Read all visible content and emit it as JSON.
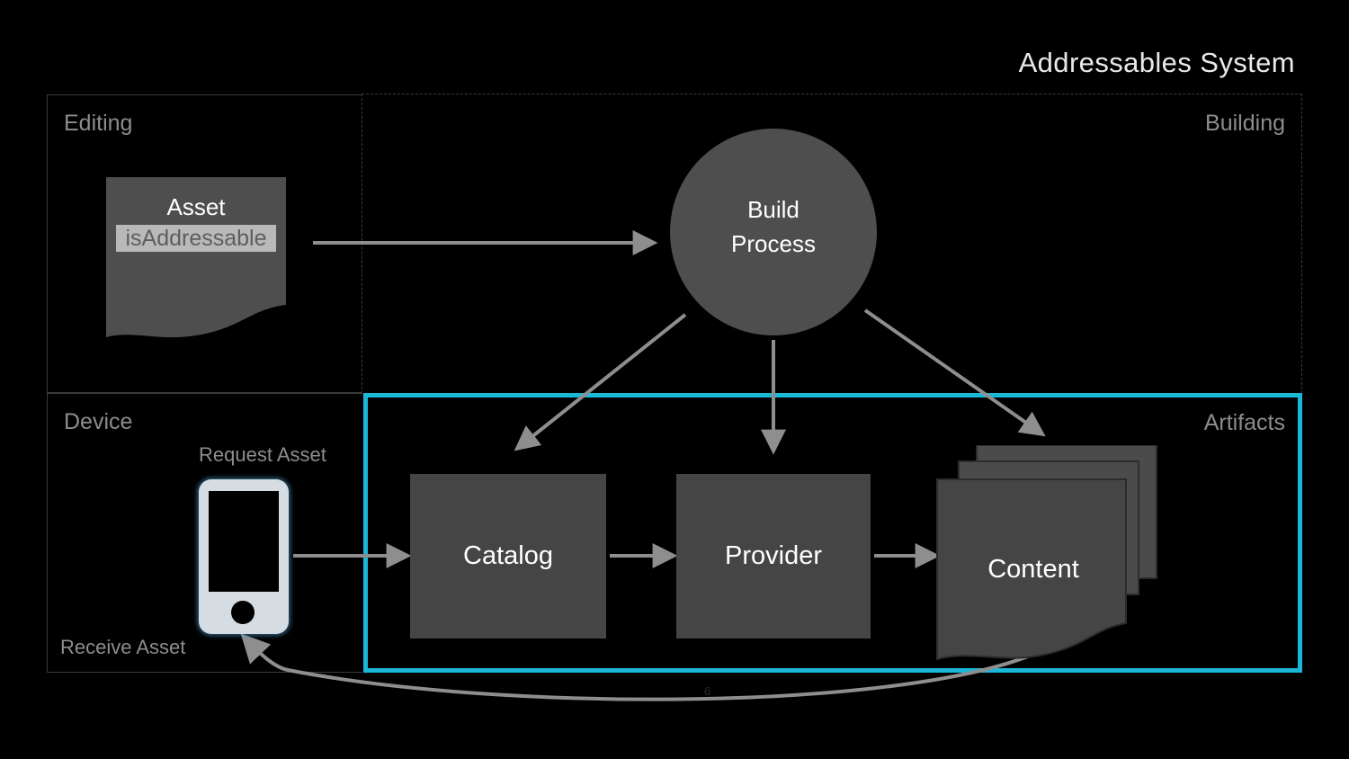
{
  "slide": {
    "title": "Addressables System",
    "page_number": "6",
    "background_color": "#000000",
    "accent_color": "#1ab8d6"
  },
  "panels": [
    {
      "key": "editing",
      "label": "Editing",
      "border_style": "solid"
    },
    {
      "key": "building",
      "label": "Building",
      "border_style": "dashed"
    },
    {
      "key": "device",
      "label": "Device",
      "border_style": "solid"
    },
    {
      "key": "artifacts",
      "label": "Artifacts",
      "border_style": "solid-accent"
    }
  ],
  "nodes": {
    "asset": {
      "title": "Asset",
      "property": "isAddressable",
      "shape": "document",
      "fill": "#4e4e4e",
      "highlight_bg": "#b9b9b9"
    },
    "build_process": {
      "line1": "Build",
      "line2": "Process",
      "shape": "circle",
      "fill": "#4e4e4e"
    },
    "catalog": {
      "label": "Catalog",
      "shape": "rectangle",
      "fill": "#454545"
    },
    "provider": {
      "label": "Provider",
      "shape": "rectangle",
      "fill": "#454545"
    },
    "content": {
      "label": "Content",
      "shape": "document-stack",
      "fill": "#454545",
      "stack_count": 3
    },
    "device": {
      "shape": "phone",
      "fill": "#d5dce2",
      "glow": "#50a0d2",
      "request_label": "Request Asset",
      "receive_label": "Receive Asset"
    }
  },
  "connections": [
    {
      "from": "asset",
      "to": "build_process",
      "style": "straight"
    },
    {
      "from": "build_process",
      "to": "catalog",
      "style": "diagonal"
    },
    {
      "from": "build_process",
      "to": "provider",
      "style": "vertical"
    },
    {
      "from": "build_process",
      "to": "content",
      "style": "diagonal"
    },
    {
      "from": "device",
      "to": "catalog",
      "style": "straight"
    },
    {
      "from": "catalog",
      "to": "provider",
      "style": "straight"
    },
    {
      "from": "provider",
      "to": "content",
      "style": "straight"
    },
    {
      "from": "content",
      "to": "device",
      "style": "curved"
    }
  ]
}
